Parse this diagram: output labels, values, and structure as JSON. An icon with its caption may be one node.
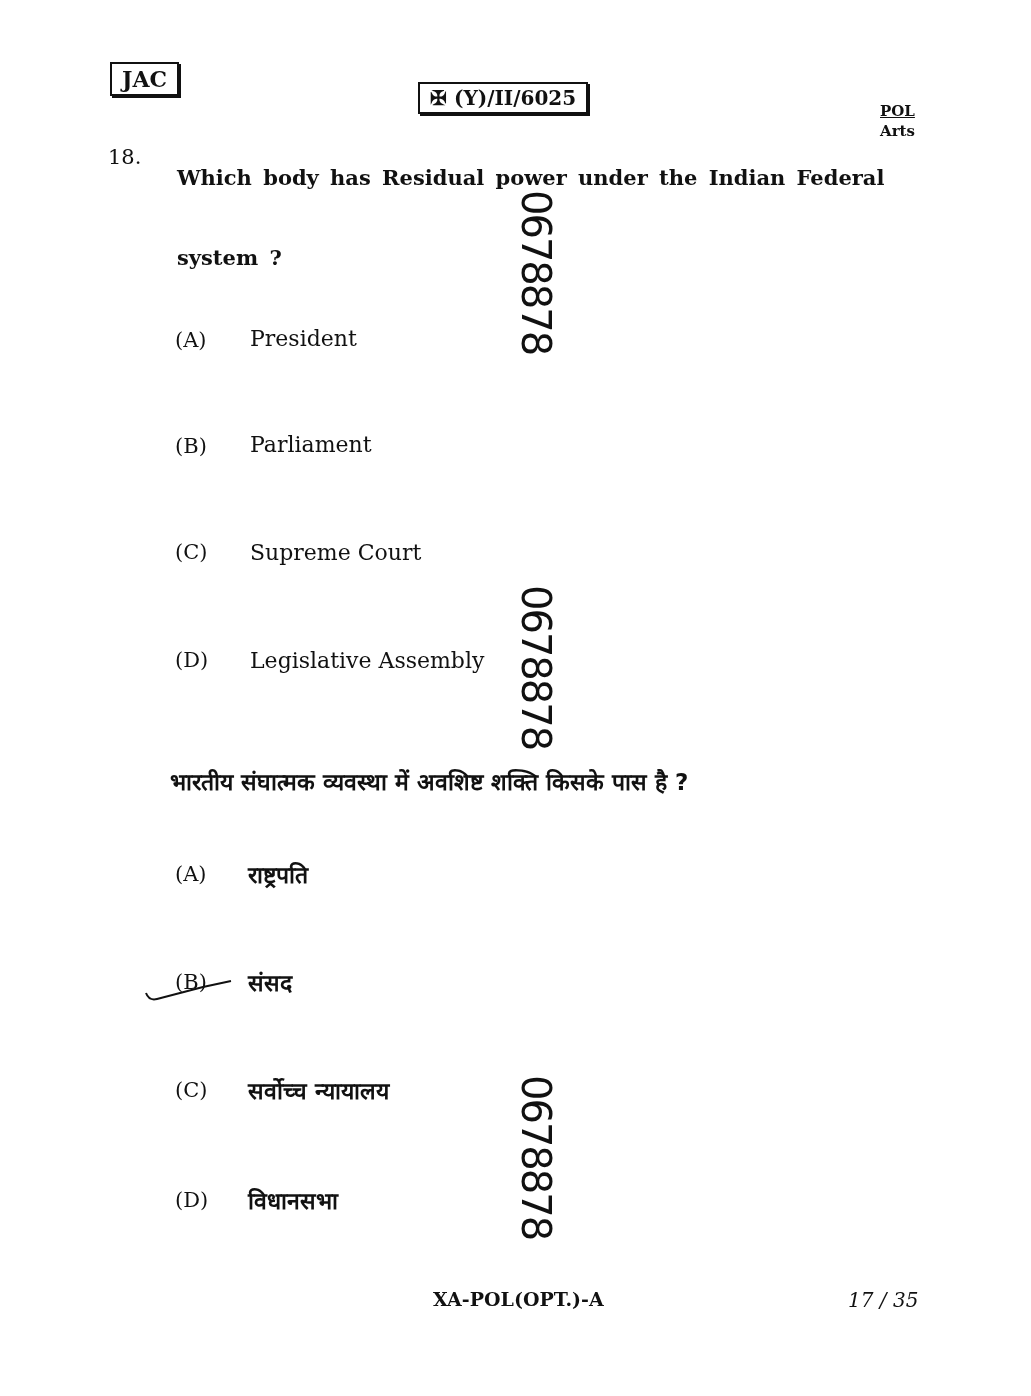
{
  "diagram": {
    "nodes": [
      {
        "text": [
          "JAC"
        ]
      },
      {
        "text": [
          "✠ (Y)/II/6025"
        ]
      }
    ],
    "labels": [
      "POL",
      "Arts",
      "18.",
      "Which body has Residual power under the Indian Federal system ?",
      "0678878",
      "(A)",
      "President",
      "(B)",
      "Parliament",
      "(C)",
      "Supreme Court",
      "(D)",
      "Legislative Assembly",
      "0678878",
      "भारतीय संघात्मक व्यवस्था में अवशिष्ट शक्ति किसके पास है ?",
      "(A)",
      "राष्ट्रपति",
      "(B)",
      "संसद",
      "(C)",
      "सर्वोच्च न्यायालय",
      "(D)",
      "विधानसभा",
      "0678878",
      "XA-POL(OPT.)-A",
      "17 / 35"
    ]
  }
}
